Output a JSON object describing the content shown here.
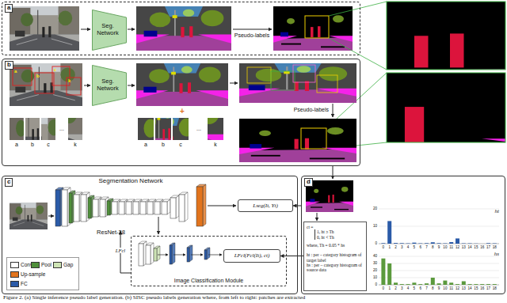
{
  "diagram": {
    "caption": "Figure 2. (a) Single inference pseudo label generation. (b) SISC pseudo labels generation where, from left to right: patches are extracted",
    "nodes": [
      {
        "text": [
          "a"
        ]
      },
      {
        "text": [
          "Seg. Network"
        ],
        "in": 0
      },
      {
        "text": [
          "b"
        ]
      },
      {
        "text": [
          "Seg. Network"
        ],
        "in": 2
      },
      {
        "text": [
          "c"
        ]
      },
      {
        "text": [
          "Lseg(It, Yt)"
        ],
        "in": 4
      },
      {
        "text": [
          "Image Classification Module"
        ],
        "in": 4
      },
      {
        "text": [
          "LFcl(Fcl(It), ct)"
        ],
        "in": 6
      },
      {
        "text": [
          "d"
        ]
      },
      {
        "text": [
          "ct =",
          "1, ht ≥ Th",
          "0, ht < Th",
          "where, Th = 0.05 * hs",
          "ht : per – category histogram of target label",
          "hs : per – category histogram of source data"
        ],
        "in": 8
      }
    ],
    "edges": [
      {
        "from": 8,
        "to": 5,
        "arrow": "to"
      },
      {
        "from": 9,
        "to": 7,
        "arrow": "to"
      }
    ],
    "labels": [
      "Pseudo-labels",
      "a",
      "b",
      "c",
      "k",
      "a",
      "b",
      "c",
      "...",
      "k",
      "+",
      "a",
      "b",
      "c",
      "...",
      "k",
      "Pseudo-labels",
      "Segmentation Network",
      "ResNet-38",
      "LFcl",
      "ht",
      "0",
      "1",
      "2",
      "3",
      "4",
      "5",
      "6",
      "7",
      "8",
      "9",
      "10",
      "11",
      "12",
      "13",
      "14",
      "15",
      "16",
      "17",
      "18",
      "20",
      "10",
      "0",
      "hs",
      "0",
      "1",
      "2",
      "3",
      "4",
      "5",
      "6",
      "7",
      "8",
      "9",
      "10",
      "11",
      "12",
      "13",
      "14",
      "15",
      "16",
      "17",
      "18",
      "40",
      "30",
      "20",
      "10",
      "0"
    ],
    "legend": [
      {
        "text": "Conv",
        "color": "#ffffff"
      },
      {
        "text": "Pool",
        "color": "#4f8f3a"
      },
      {
        "text": "Gap",
        "color": "#cde4b5"
      },
      {
        "text": "Up-sample",
        "color": "#e2741d"
      },
      {
        "text": "FC",
        "color": "#2b5ba8"
      }
    ]
  }
}
